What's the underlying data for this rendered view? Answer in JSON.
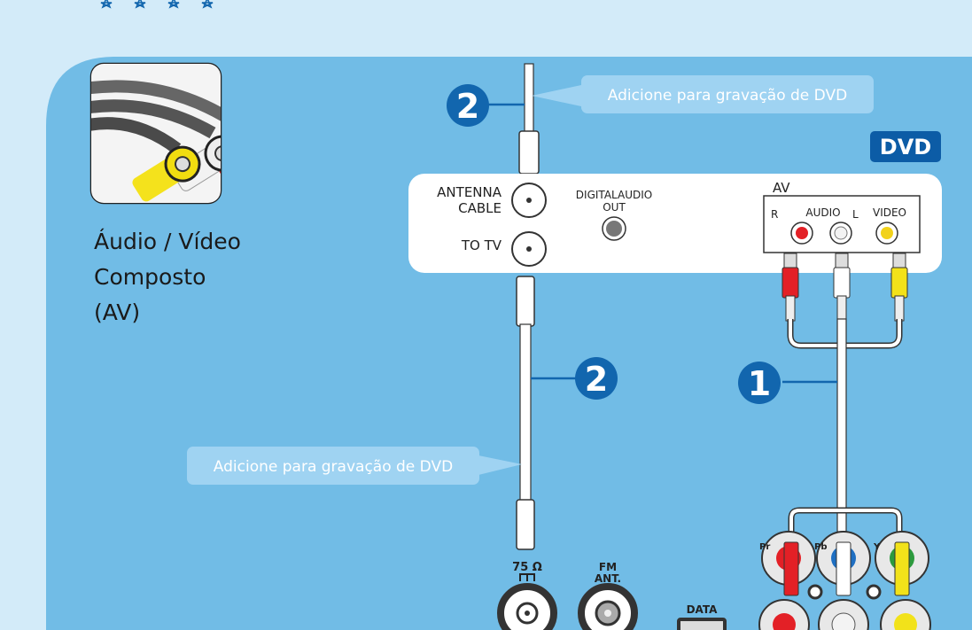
{
  "colors": {
    "top_band": "#d3ebf9",
    "panel": "#71bce6",
    "callout": "#9fd3f2",
    "badge": "#1266ae",
    "dvd_badge": "#0c5ca6",
    "device": "#ffffff"
  },
  "product": {
    "icon": "composite-av-cable-icon",
    "label_lines": [
      "Áudio / Vídeo",
      "Composto",
      "(AV)"
    ]
  },
  "callouts": {
    "top": "Adicione para gravação de DVD",
    "left": "Adicione para gravação de DVD"
  },
  "badges": {
    "top": "2",
    "middle": "2",
    "right": "1"
  },
  "dvd_device": {
    "badge": "DVD",
    "antenna_cable_label": [
      "ANTENNA",
      "CABLE"
    ],
    "to_tv_label": "TO  TV",
    "digital_audio_label": [
      "DIGITALAUDIO",
      "OUT"
    ],
    "av_label": "AV",
    "r_label": "R",
    "audio_label": "AUDIO",
    "l_label": "L",
    "video_label": "VIDEO"
  },
  "tv_panel": {
    "ohm_label": "75 Ω",
    "fm_label": [
      "FM",
      "ANT."
    ],
    "data_label": "DATA",
    "pr_label": "Pr",
    "pb_label": "Pb",
    "y_label": "Y"
  }
}
